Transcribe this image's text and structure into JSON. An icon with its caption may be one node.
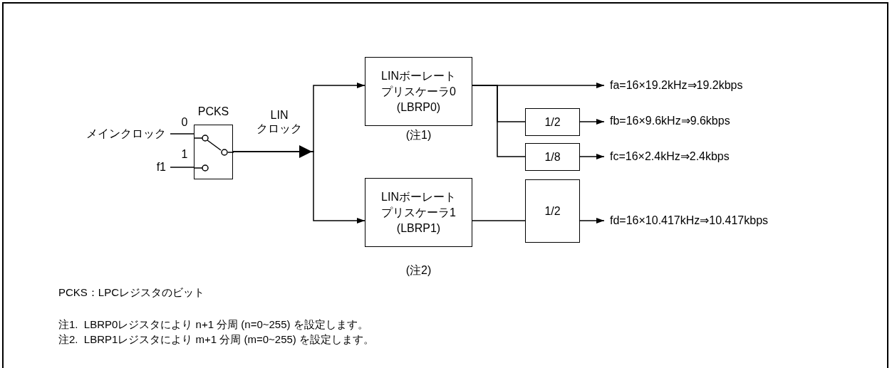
{
  "diagram": {
    "nodes": [
      {
        "text": [
          "メインクロック"
        ]
      },
      {
        "text": [
          "f1"
        ]
      },
      {
        "text": [
          "PCKS"
        ]
      },
      {
        "text": [
          "LINボーレートプリスケーラ0",
          "(LBRP0)"
        ],
        "beside": [
          "(注1)"
        ]
      },
      {
        "text": [
          "LINボーレートプリスケーラ1",
          "(LBRP1)"
        ],
        "beside": [
          "(注2)"
        ]
      },
      {
        "text": [
          "1/2"
        ]
      },
      {
        "text": [
          "1/8"
        ]
      },
      {
        "text": [
          "1/2"
        ]
      },
      {
        "text": [
          "fa=16×19.2kHz⇒19.2kbps"
        ]
      },
      {
        "text": [
          "fb=16×9.6kHz⇒9.6kbps"
        ]
      },
      {
        "text": [
          "fc=16×2.4kHz⇒2.4kbps"
        ]
      },
      {
        "text": [
          "fd=16×10.417kHz⇒10.417kbps"
        ]
      }
    ],
    "edges": [
      {
        "from": 0,
        "to": 2,
        "arrow": "none",
        "label": "0"
      },
      {
        "from": 1,
        "to": 2,
        "arrow": "none",
        "label": "1"
      },
      {
        "from": 2,
        "to": 3,
        "arrow": "to",
        "label": "LIN クロック"
      },
      {
        "from": 2,
        "to": 4,
        "arrow": "to"
      },
      {
        "from": 3,
        "to": 8,
        "arrow": "to"
      },
      {
        "from": 3,
        "to": 5,
        "arrow": "none"
      },
      {
        "from": 3,
        "to": 6,
        "arrow": "none"
      },
      {
        "from": 5,
        "to": 9,
        "arrow": "to"
      },
      {
        "from": 6,
        "to": 10,
        "arrow": "to"
      },
      {
        "from": 4,
        "to": 7,
        "arrow": "none"
      },
      {
        "from": 7,
        "to": 11,
        "arrow": "to"
      }
    ],
    "labels": [
      "PCKS：LPCレジスタのビット",
      "注1.  LBRP0レジスタにより n+1 分周 (n=0~255) を設定します。",
      "注2.  LBRP1レジスタにより m+1 分周 (m=0~255) を設定します。"
    ]
  }
}
